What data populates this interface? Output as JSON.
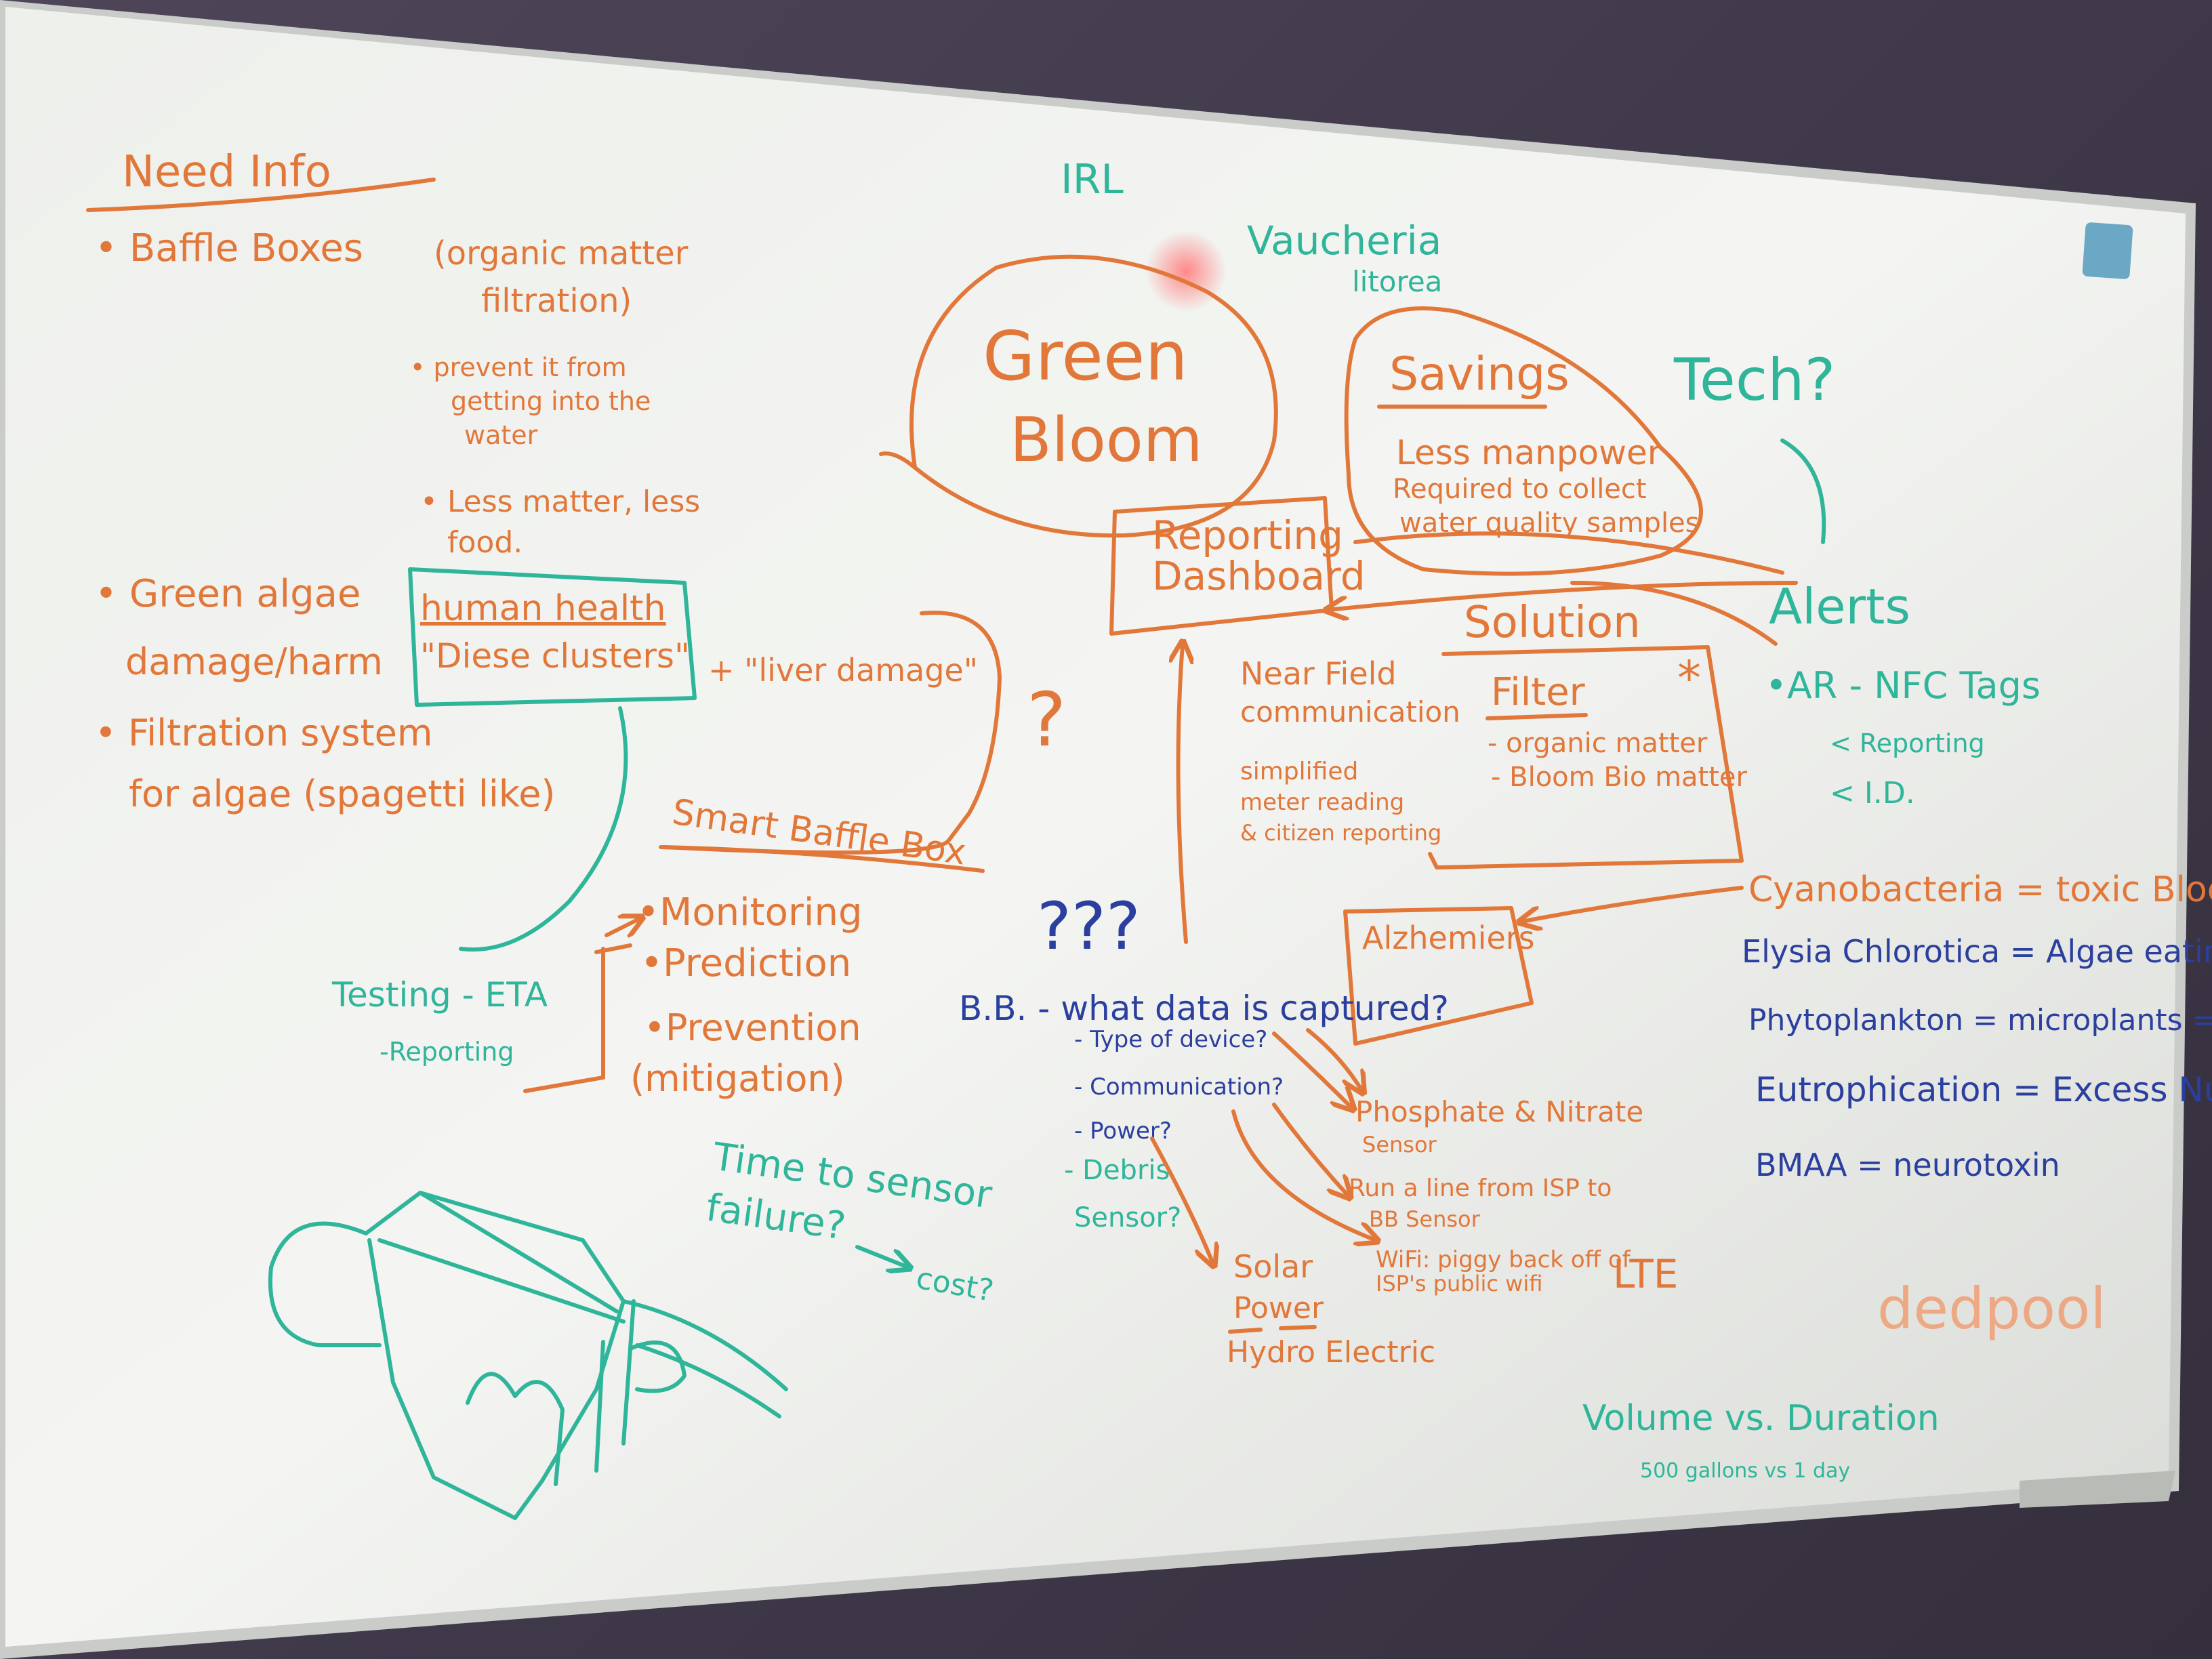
{
  "need_info": {
    "heading": "Need Info",
    "baffle_boxes": "• Baffle Boxes",
    "organic_matter_1": "(organic matter",
    "organic_matter_2": "filtration)",
    "prevent_1": "• prevent it from",
    "prevent_2": "getting into the",
    "prevent_3": "water",
    "less_matter_1": "• Less matter, less",
    "less_matter_2": "food.",
    "green_algae_1": "• Green algae",
    "green_algae_2": "damage/harm",
    "filtration_1": "• Filtration system",
    "filtration_2": "for algae (spagetti like)"
  },
  "human_health": {
    "title": "human health",
    "line": "\"Diese clusters\"",
    "liver": "+ \"liver damage\"",
    "question": "?"
  },
  "smart_baffle_box": "Smart Baffle Box",
  "testing": {
    "label": "Testing - ETA",
    "reporting": "-Reporting",
    "monitoring": "•Monitoring",
    "prediction": "•Prediction",
    "prevention": "•Prevention",
    "mitigation": "(mitigation)"
  },
  "time_to_sensor": {
    "line1": "Time to sensor",
    "line2": "failure?",
    "arrow_target": "cost?"
  },
  "top": {
    "irl": "IRL",
    "vaucheria_1": "Vaucheria",
    "vaucheria_2": "litorea",
    "green_bloom_1": "Green",
    "green_bloom_2": "Bloom"
  },
  "savings": {
    "title": "Savings",
    "line1": "Less manpower",
    "line2": "Required to collect",
    "line3": "water quality samples"
  },
  "tech": "Tech?",
  "alerts": {
    "title": "Alerts",
    "ar_nfc": "•AR - NFC Tags",
    "reporting": "< Reporting",
    "id": "< I.D."
  },
  "reporting_dashboard": {
    "line1": "Reporting",
    "line2": "Dashboard"
  },
  "solution": {
    "title": "Solution",
    "nfc_1": "Near Field",
    "nfc_2": "communication",
    "nfc_3": "simplified",
    "nfc_4": "meter reading",
    "nfc_5": "& citizen reporting",
    "filter": "Filter",
    "filter_1": "- organic matter",
    "filter_2": "- Bloom Bio matter",
    "asterisk": "*"
  },
  "alzheimers": "Alzhemiers",
  "definitions": {
    "cyano": "Cyanobacteria = toxic Bloom",
    "elysia": "Elysia Chlorotica = Algae eating Slug",
    "phyto": "Phytoplankton = microplants = \"algae\"",
    "eutro": "Eutrophication = Excess Nutrients",
    "bmaa": "BMAA = neurotoxin"
  },
  "bb": {
    "question_marks": "???",
    "main": "B.B. - what data is captured?",
    "type": "- Type of device?",
    "comm": "- Communication?",
    "power": "- Power?",
    "debris_1": "- Debris",
    "debris_2": "Sensor?"
  },
  "bb_answers": {
    "phosphate_1": "Phosphate & Nitrate",
    "phosphate_2": "Sensor",
    "run_line_1": "Run a line from ISP to",
    "run_line_2": "BB Sensor",
    "wifi_1": "WiFi: piggy back off of",
    "wifi_2": "ISP's public wifi",
    "lte": "LTE",
    "solar_1": "Solar",
    "solar_2": "Power",
    "hydro": "Hydro Electric"
  },
  "dedpool": "dedpool",
  "volume": {
    "line1": "Volume vs. Duration",
    "line2": "500 gallons vs 1 day"
  },
  "colors": {
    "orange_marker": "#e2773a",
    "green_marker": "#2fb59a",
    "blue_marker": "#2b3f9e",
    "board": "#f1f2ee",
    "wall": "#4a4254"
  }
}
